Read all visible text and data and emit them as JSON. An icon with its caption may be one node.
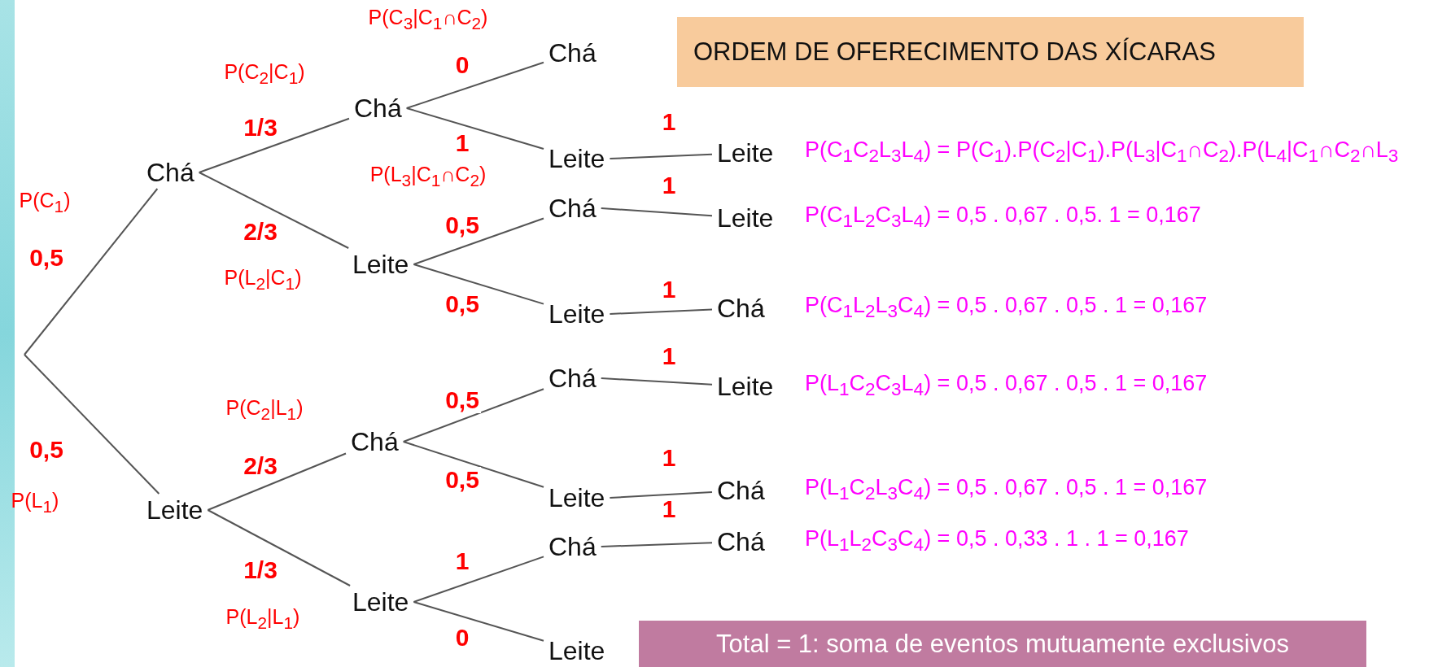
{
  "diagram": {
    "title": "ORDEM DE OFERECIMENTO DAS XÍCARAS",
    "caption": "Total = 1: soma de eventos mutuamente exclusivos",
    "nodes": [
      {
        "text": [
          "Chá"
        ]
      },
      {
        "text": [
          "Chá"
        ]
      },
      {
        "text": [
          "Leite"
        ]
      },
      {
        "text": [
          "Chá"
        ]
      },
      {
        "text": [
          "Leite"
        ]
      },
      {
        "text": [
          "Chá"
        ]
      },
      {
        "text": [
          "Leite"
        ]
      },
      {
        "text": [
          "Leite"
        ],
        "beside": [
          "P(C$_{1}$C$_{2}$L$_{3}$L$_{4}$) = P(C$_{1}$).P(C$_{2}$|C$_{1}$).P(L$_{3}$|C$_{1}$∩C$_{2}$).P(L$_{4}$|C$_{1}$∩C$_{2}$∩L$_{3}$"
        ]
      },
      {
        "text": [
          "Leite"
        ],
        "beside": [
          "P(C$_{1}$L$_{2}$C$_{3}$L$_{4}$) = 0,5 . 0,67 . 0,5. 1 = 0,167"
        ]
      },
      {
        "text": [
          "Chá"
        ],
        "beside": [
          "P(C$_{1}$L$_{2}$L$_{3}$C$_{4}$) = 0,5 . 0,67 . 0,5 . 1 = 0,167"
        ]
      },
      {
        "text": [
          "Leite"
        ]
      },
      {
        "text": [
          "Chá"
        ]
      },
      {
        "text": [
          "Leite"
        ]
      },
      {
        "text": [
          "Chá"
        ]
      },
      {
        "text": [
          "Leite"
        ]
      },
      {
        "text": [
          "Chá"
        ]
      },
      {
        "text": [
          "Leite"
        ]
      },
      {
        "text": [
          "Leite"
        ],
        "beside": [
          "P(L$_{1}$C$_{2}$C$_{3}$L$_{4}$) = 0,5 . 0,67 . 0,5 . 1 = 0,167"
        ]
      },
      {
        "text": [
          "Chá"
        ],
        "beside": [
          "P(L$_{1}$C$_{2}$L$_{3}$C$_{4}$) = 0,5 . 0,67 . 0,5 . 1 = 0,167"
        ]
      },
      {
        "text": [
          "Chá"
        ],
        "beside": [
          "P(L$_{1}$L$_{2}$C$_{3}$C$_{4}$) = 0,5 . 0,33 . 1 . 1 = 0,167"
        ]
      }
    ],
    "edges": [
      {
        "from": null,
        "to": 0,
        "arrow": "none",
        "label": "0,5"
      },
      {
        "from": 0,
        "to": 1,
        "arrow": "none",
        "label": "1/3"
      },
      {
        "from": 0,
        "to": 2,
        "arrow": "none",
        "label": "2/3"
      },
      {
        "from": 1,
        "to": 3,
        "arrow": "none",
        "label": "0"
      },
      {
        "from": 1,
        "to": 4,
        "arrow": "none",
        "label": "1"
      },
      {
        "from": 2,
        "to": 5,
        "arrow": "none",
        "label": "0,5"
      },
      {
        "from": 2,
        "to": 6,
        "arrow": "none",
        "label": "0,5"
      },
      {
        "from": 4,
        "to": 7,
        "arrow": "none",
        "label": "1"
      },
      {
        "from": 5,
        "to": 8,
        "arrow": "none",
        "label": "1"
      },
      {
        "from": 6,
        "to": 9,
        "arrow": "none",
        "label": "1"
      },
      {
        "from": null,
        "to": 10,
        "arrow": "none",
        "label": "0,5"
      },
      {
        "from": 10,
        "to": 11,
        "arrow": "none",
        "label": "2/3"
      },
      {
        "from": 10,
        "to": 12,
        "arrow": "none",
        "label": "1/3"
      },
      {
        "from": 11,
        "to": 13,
        "arrow": "none",
        "label": "0,5"
      },
      {
        "from": 11,
        "to": 14,
        "arrow": "none",
        "label": "0,5"
      },
      {
        "from": 12,
        "to": 15,
        "arrow": "none",
        "label": "1"
      },
      {
        "from": 12,
        "to": 16,
        "arrow": "none",
        "label": "0"
      },
      {
        "from": 13,
        "to": 17,
        "arrow": "none",
        "label": "1"
      },
      {
        "from": 14,
        "to": 18,
        "arrow": "none",
        "label": "1"
      },
      {
        "from": 15,
        "to": 19,
        "arrow": "none",
        "label": "1"
      }
    ],
    "labels": [
      "P(C$_{3}$|C$_{1}$∩C$_{2}$)",
      "P(C$_{2}$|C$_{1}$)",
      "P(L$_{3}$|C$_{1}$∩C$_{2}$)",
      "P(C$_{1}$)",
      "P(L$_{2}$|C$_{1}$)",
      "P(C$_{2}$|L$_{1}$)",
      "P(L$_{1}$)",
      "P(L$_{2}$|L$_{1}$)"
    ]
  }
}
